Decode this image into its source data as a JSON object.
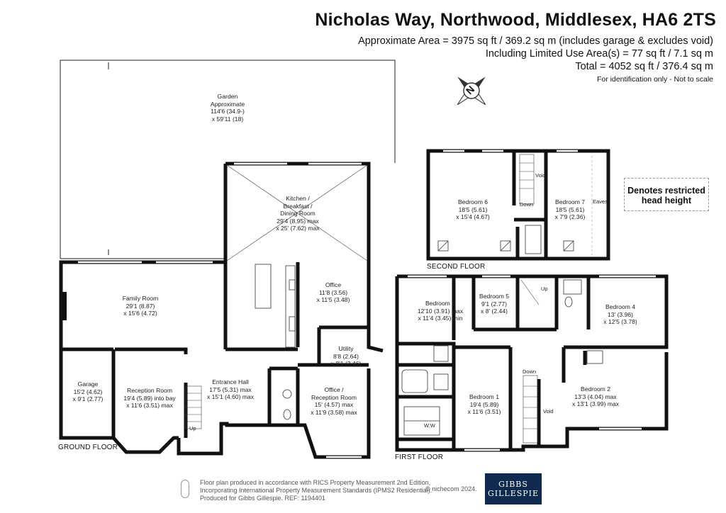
{
  "header": {
    "title": "Nicholas Way, Northwood, Middlesex, HA6 2TS",
    "area_line1": "Approximate Area = 3975 sq ft / 369.2 sq m (includes garage & excludes void)",
    "area_line2": "Including Limited Use Area(s) = 77 sq ft / 7.1 sq m",
    "area_line3": "Total = 4052 sq ft / 376.4 sq m",
    "note": "For identification only - Not to scale"
  },
  "compass": {
    "letter": "N",
    "icon": "compass-rose-icon"
  },
  "key": {
    "restricted": "Denotes restricted head height"
  },
  "floors": {
    "ground": "GROUND FLOOR",
    "first": "FIRST FLOOR",
    "second": "SECOND FLOOR"
  },
  "rooms": {
    "garden": [
      "Garden",
      "Approximate",
      "114'6 (34.9-)",
      "x 59'11 (18)"
    ],
    "kitchen": [
      "Kitchen /",
      "Breakfast /",
      "Dining Room",
      "29'4 (8.95) max",
      "x 25' (7.62) max"
    ],
    "family": [
      "Family Room",
      "29'1 (8.87)",
      "x 15'6 (4.72)"
    ],
    "office1": [
      "Office",
      "11'8 (3.56)",
      "x 11'5 (3.48)"
    ],
    "utility": [
      "Utility",
      "8'8 (2.64)",
      "x 8'1 (2.46)"
    ],
    "garage": [
      "Garage",
      "15'2 (4.62)",
      "x 9'1 (2.77)"
    ],
    "reception": [
      "Reception Room",
      "19'4 (5.89) into bay",
      "x 11'6 (3.51) max"
    ],
    "hall": [
      "Entrance Hall",
      "17'5 (5.31) max",
      "x 15'1 (4.60) max"
    ],
    "office2": [
      "Office /",
      "Reception Room",
      "15' (4.57) max",
      "x 11'9 (3.58) max"
    ],
    "bed6": [
      "Bedroom 6",
      "18'5 (5.61)",
      "x 15'4 (4.67)"
    ],
    "bed7": [
      "Bedroom 7",
      "18'5 (5.61)",
      "x 7'9 (2.36)"
    ],
    "bed3": [
      "Bedroom 3",
      "12'10 (3.91) max",
      "x 11'4 (3.45) min"
    ],
    "bed5": [
      "Bedroom 5",
      "9'1 (2.77)",
      "x 8' (2.44)"
    ],
    "bed4": [
      "Bedroom 4",
      "13' (3.96)",
      "x 12'5 (3.78)"
    ],
    "bed1": [
      "Bedroom 1",
      "19'4 (5.89)",
      "x 11'6 (3.51)"
    ],
    "bed2": [
      "Bedroom 2",
      "13'3 (4.04) max",
      "x 13'1 (3.99) max"
    ]
  },
  "small_labels": {
    "void": "Void",
    "down": "Down",
    "eaves": "Eaves",
    "up": "Up",
    "ww": "W.W"
  },
  "footer": {
    "line1": "Floor plan produced in accordance with RICS Property Measurement 2nd Edition,",
    "line2": "Incorporating International Property Measurement Standards (IPMS2 Residential).",
    "line3": "Produced for Gibbs Gillespie.   REF:  1194401",
    "copyright": "© nichecom 2024.",
    "logo_line1": "GIBBS",
    "logo_line2": "GILLESPIE"
  }
}
